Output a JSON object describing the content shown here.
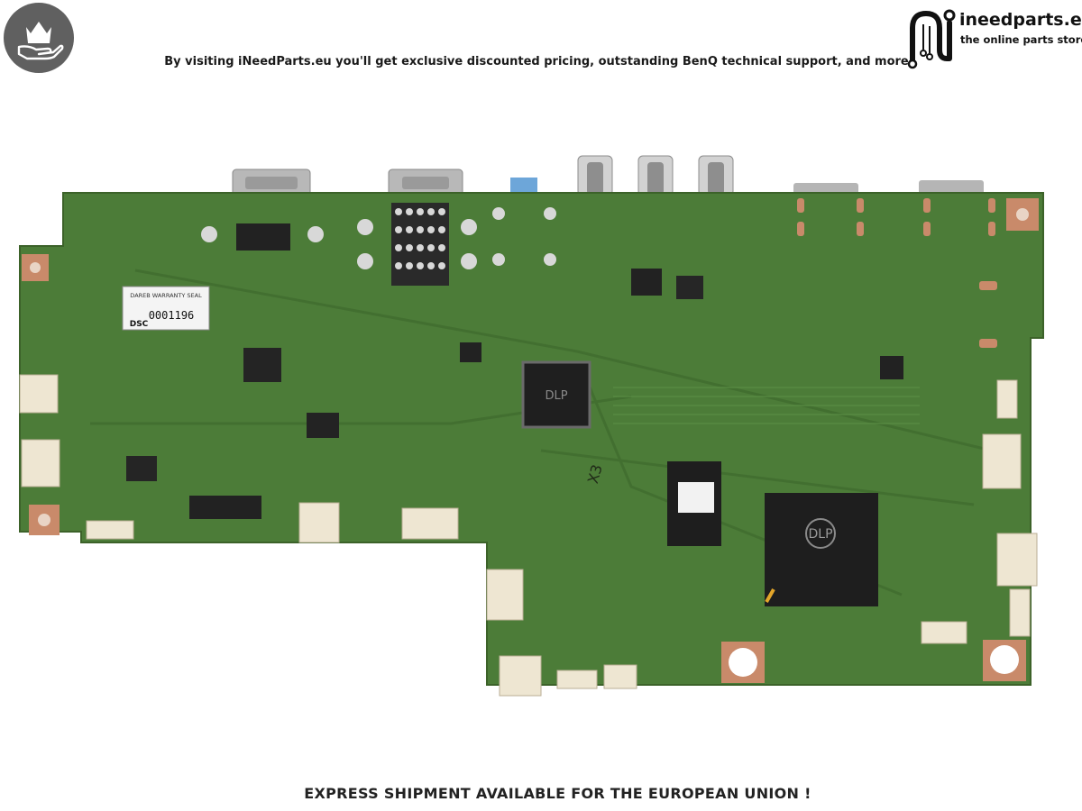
{
  "header": {
    "badge_icon": "crown-on-hand-icon",
    "tagline": "By visiting iNeedParts.eu you'll get exclusive discounted pricing, outstanding BenQ technical support, and more"
  },
  "logo": {
    "name": "ineedparts.eu",
    "subtitle": "the online parts store"
  },
  "board": {
    "seal_text": "DAREB WARRANTY SEAL",
    "seal_number": "0001196",
    "seal_code": "DSC",
    "chip_brand": "DLP",
    "marking": "X3"
  },
  "footer": {
    "text": "EXPRESS SHIPMENT AVAILABLE FOR THE EUROPEAN UNION !"
  },
  "colors": {
    "pcb_green": "#4c7c38",
    "pcb_dark": "#3e6a2d",
    "chip_black": "#1e1e1e",
    "connector_ivory": "#eee6d2",
    "metal_silver": "#c4c4c4",
    "badge_grey": "#606060"
  }
}
